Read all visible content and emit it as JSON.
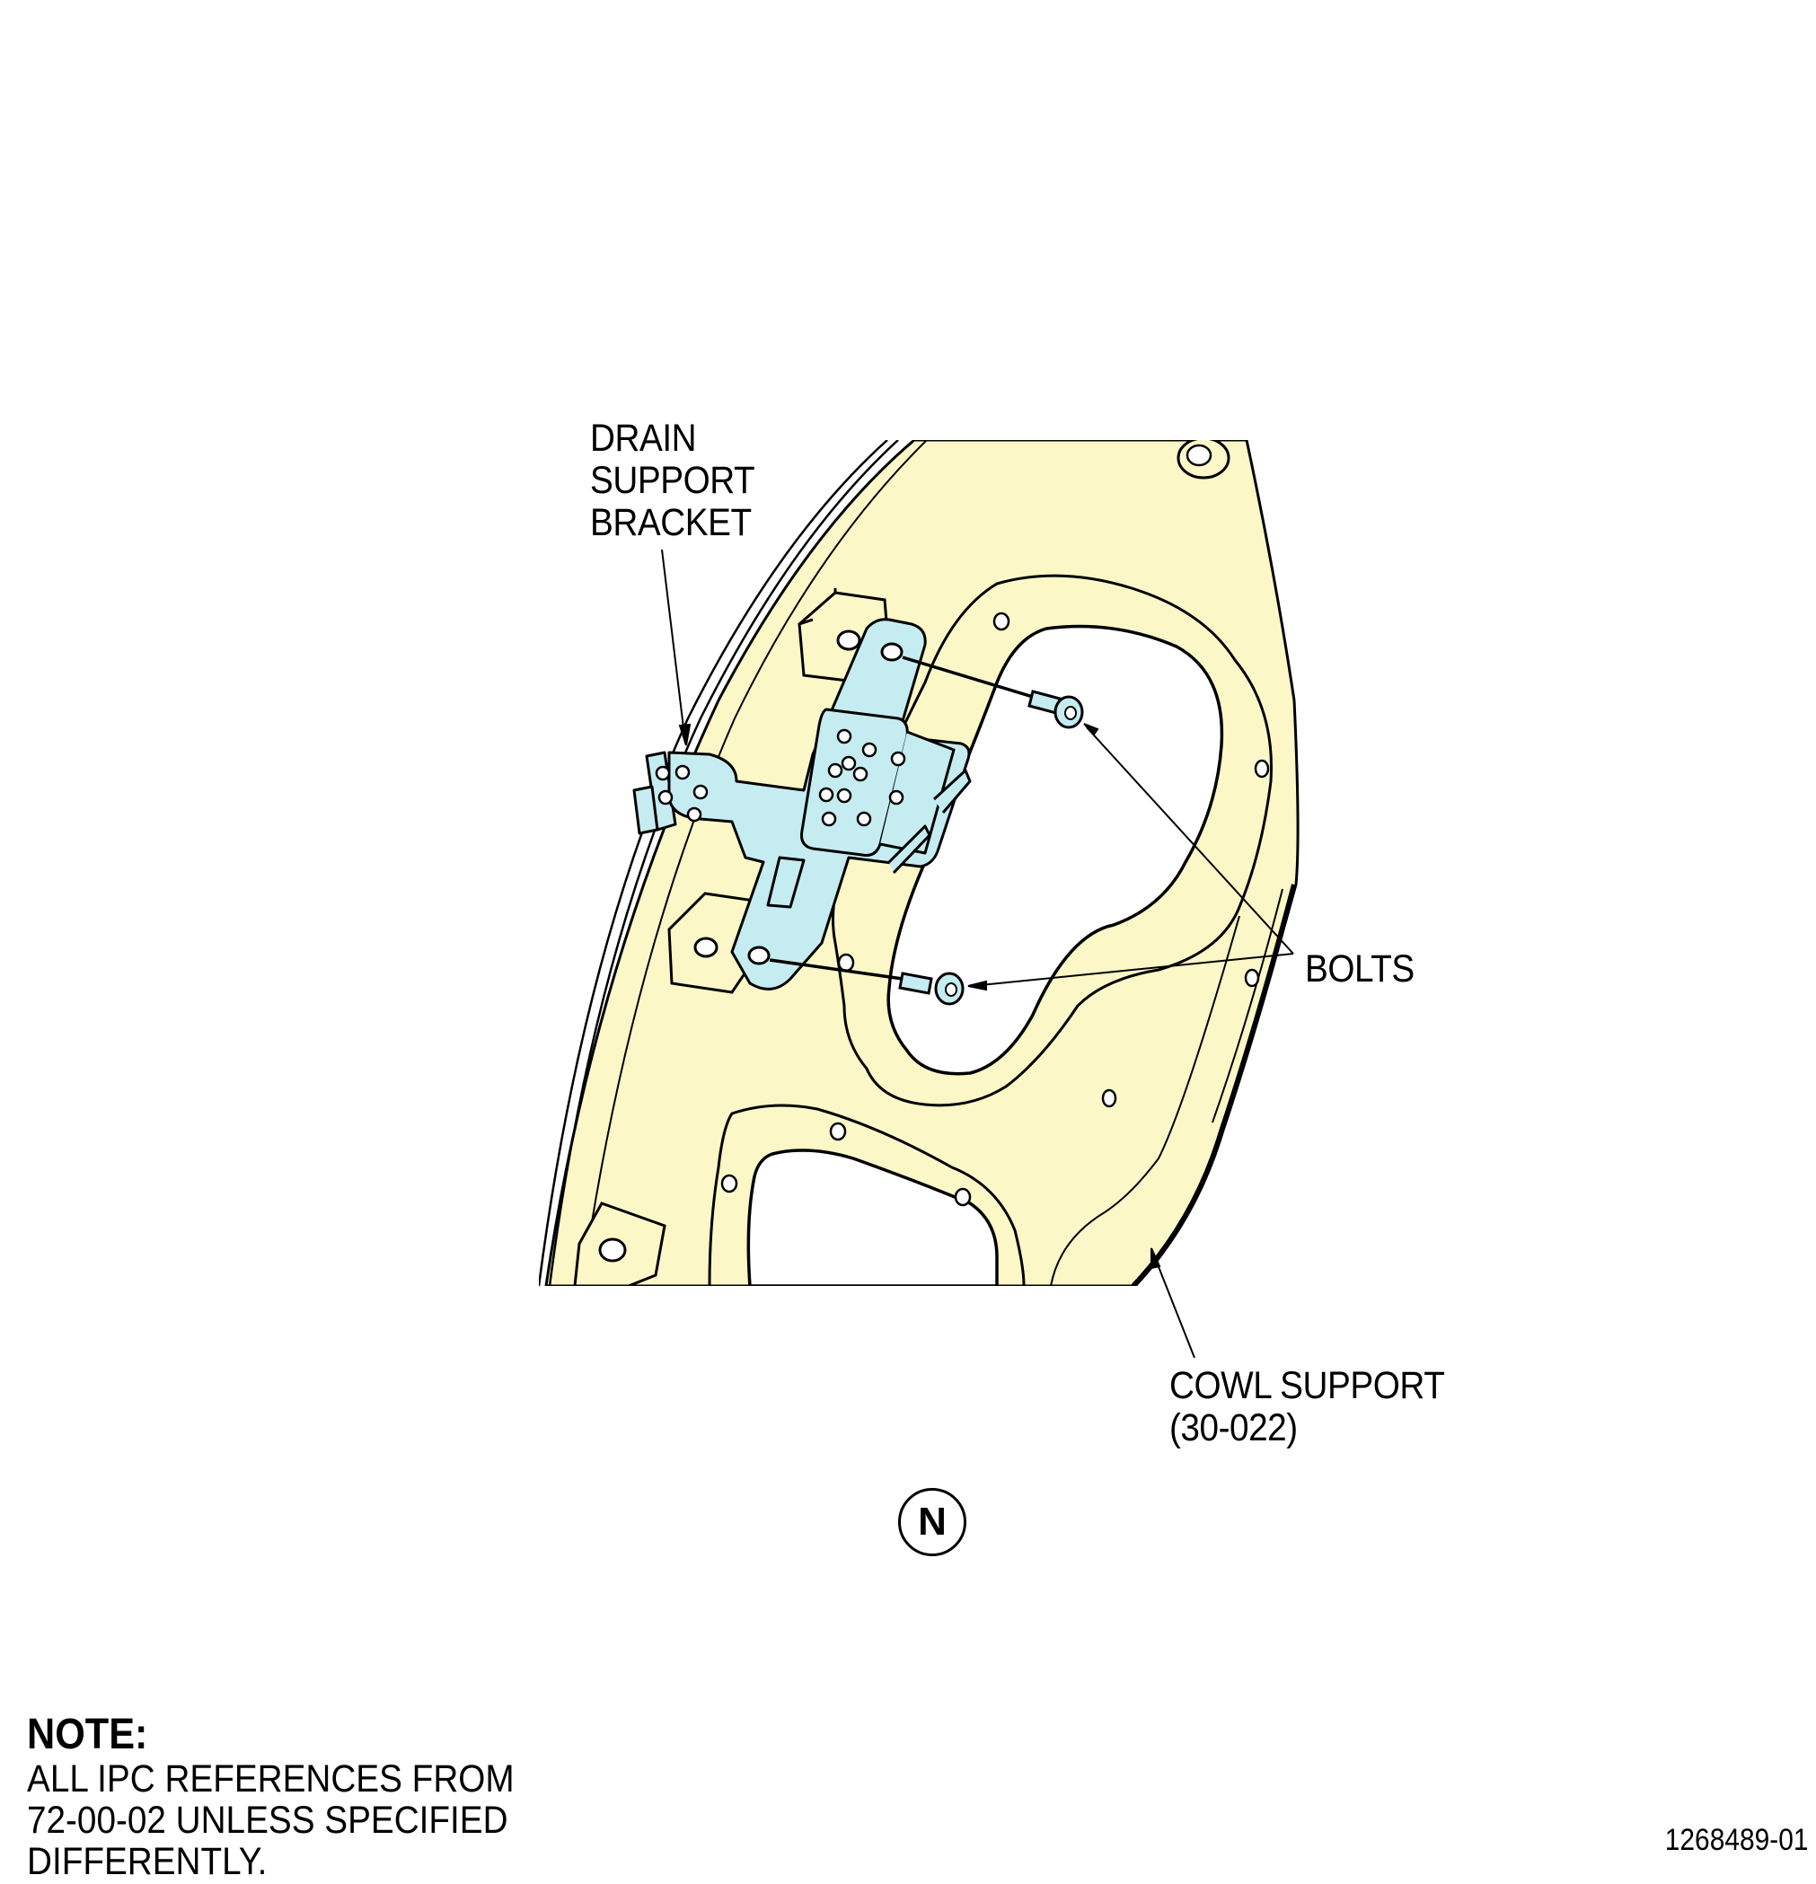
{
  "labels": {
    "drain_support_bracket": [
      "DRAIN",
      "SUPPORT",
      "BRACKET"
    ],
    "bolts": "BOLTS",
    "cowl_support": [
      "COWL SUPPORT",
      "(30-022)"
    ]
  },
  "view_letter": "N",
  "note": {
    "title": "NOTE:",
    "lines": [
      "ALL IPC REFERENCES FROM",
      "72-00-02 UNLESS SPECIFIED",
      "DIFFERENTLY."
    ]
  },
  "figure_number": "1268489-01",
  "colors": {
    "cowl_support_fill": "#fbf7c6",
    "bracket_fill": "#c5ecf0",
    "line": "#000000",
    "background": "#ffffff"
  }
}
